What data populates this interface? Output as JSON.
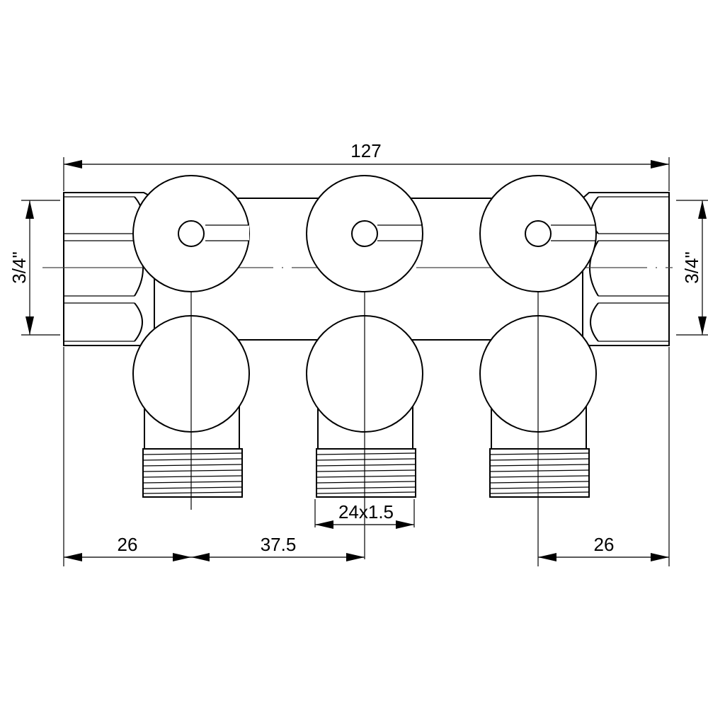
{
  "drawing": {
    "subject": "3-outlet manifold, side view",
    "dimensions": {
      "overall_length": "127",
      "left_thread": "3/4\"",
      "right_thread": "3/4\"",
      "outlet_thread": "24x1.5",
      "left_offset": "26",
      "outlet_pitch": "37.5",
      "right_offset": "26"
    }
  }
}
